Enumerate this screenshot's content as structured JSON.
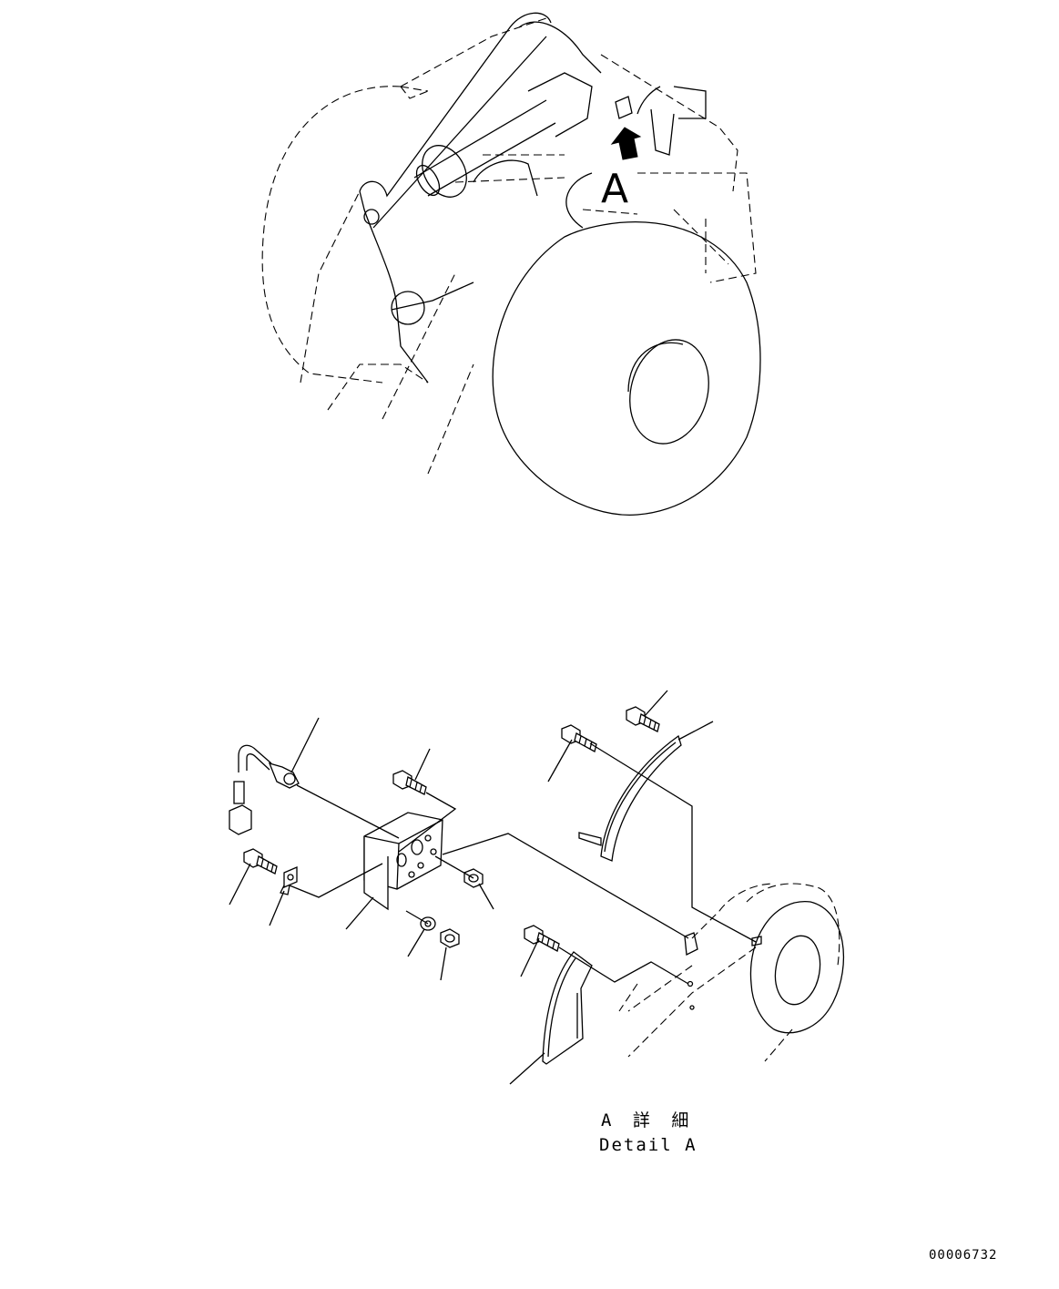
{
  "overview": {
    "view_label": "A"
  },
  "detail": {
    "caption_jp": "A 詳 細",
    "caption_en": "Detail A"
  },
  "drawing_number": "00006732"
}
